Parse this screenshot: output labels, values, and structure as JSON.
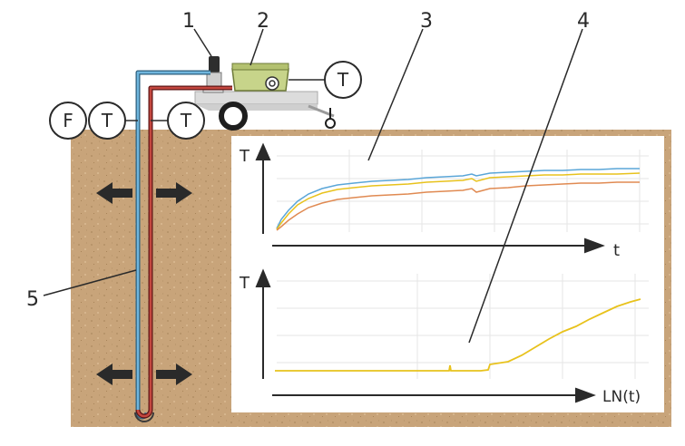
{
  "callouts": [
    "1",
    "2",
    "3",
    "4",
    "5"
  ],
  "sensors": {
    "flow": "F",
    "temp_inlet": "T",
    "temp_outlet": "T",
    "temp_ambient": "T"
  },
  "charts": {
    "top": {
      "y_label": "T",
      "x_label": "t"
    },
    "bottom": {
      "y_label": "T",
      "x_label": "LN(t)"
    }
  },
  "colors": {
    "ground": "#c8a47a",
    "supply_pipe": "#4f9fcf",
    "return_pipe": "#9b2a2a",
    "unit_body": "#c7d48a",
    "series_blue": "#5aa6d8",
    "series_yellow": "#e8c21c",
    "series_orange": "#e08a52",
    "arrow": "#2a2a2a"
  },
  "icons": {
    "heat-flow": "double-headed horizontal arrow",
    "pump": "vertical cylinder",
    "trailer": "wheeled cart"
  }
}
